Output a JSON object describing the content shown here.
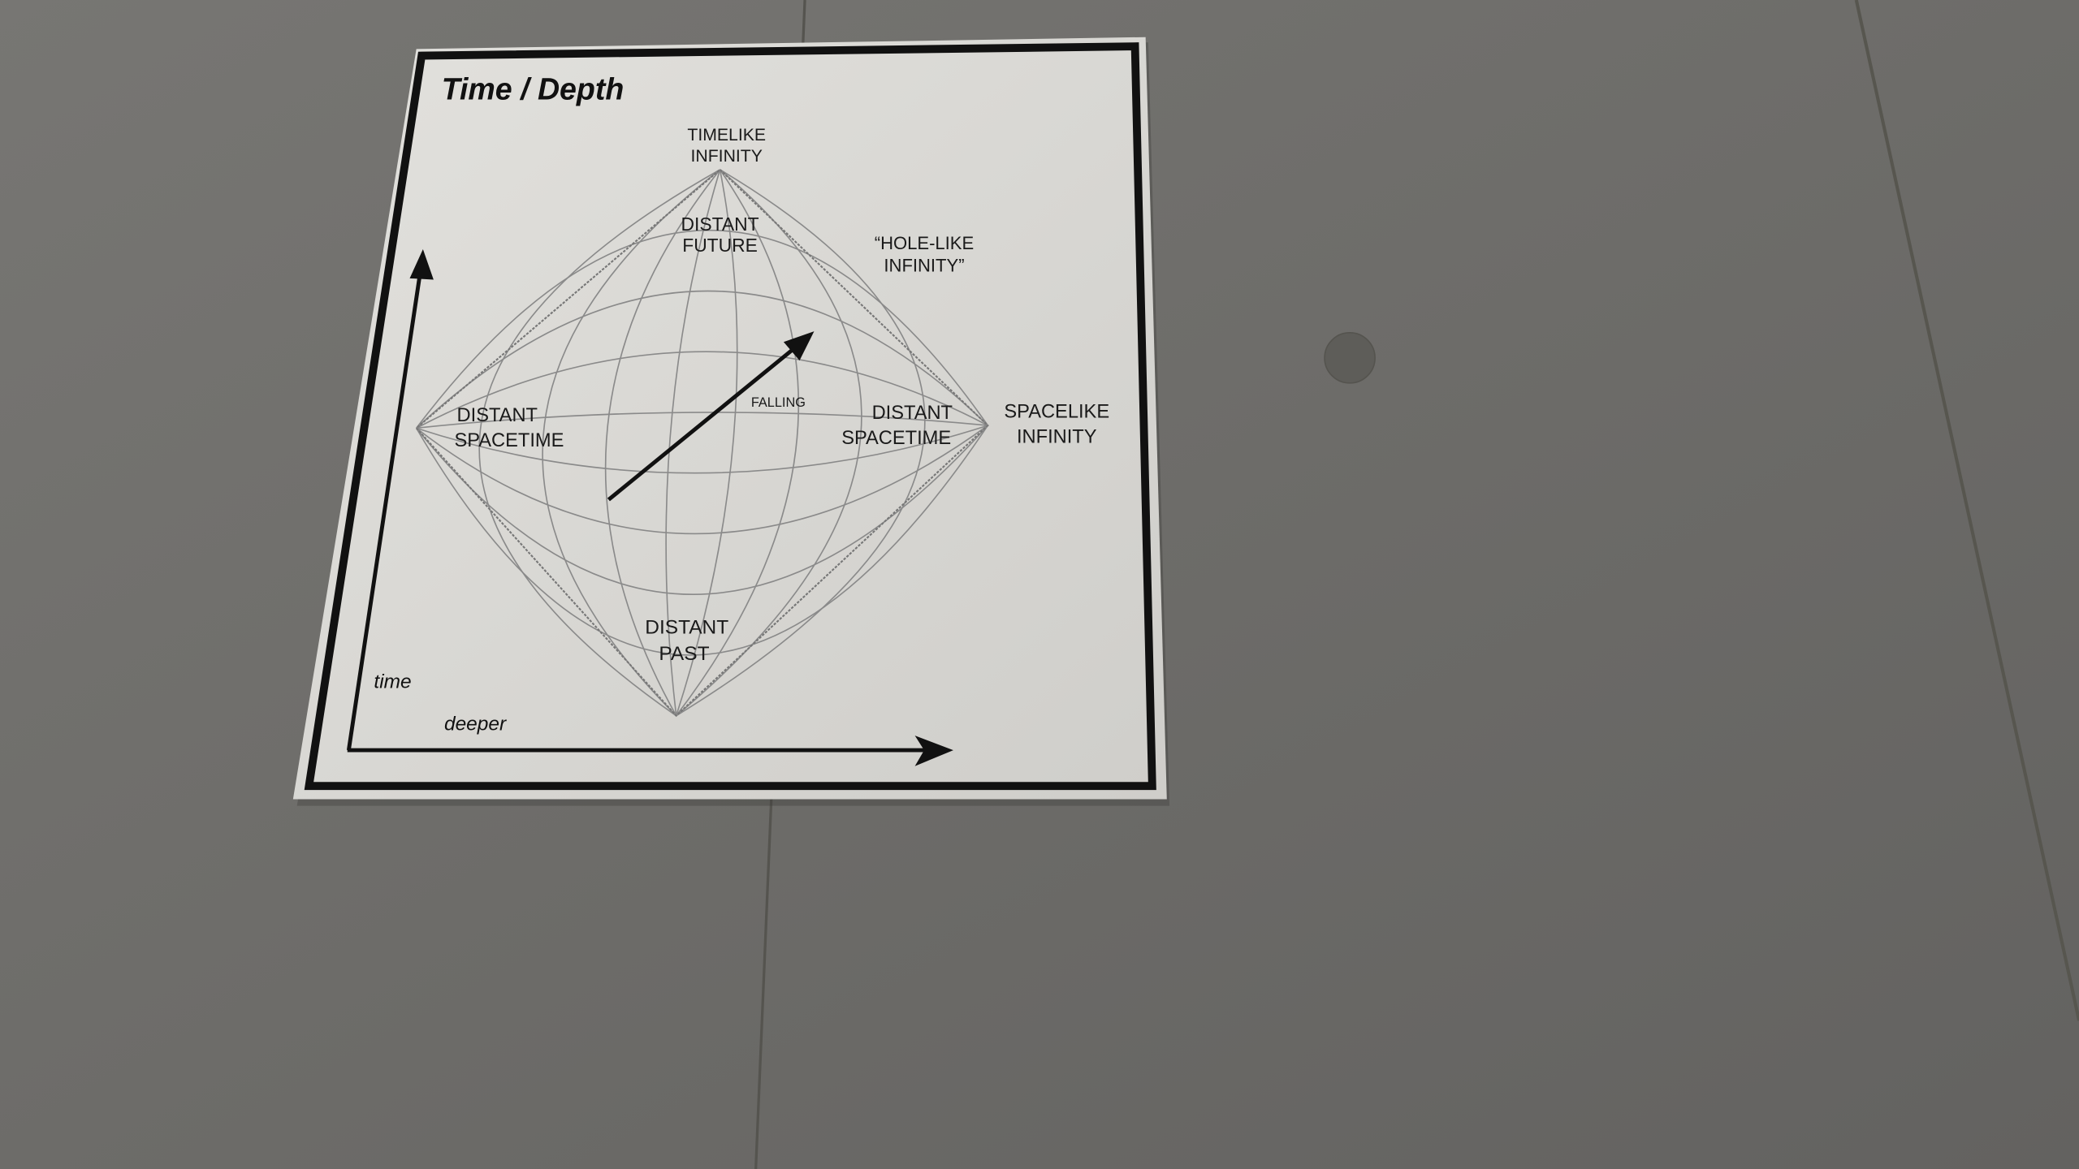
{
  "poster": {
    "title": "Time / Depth",
    "timelike": [
      "TIMELIKE",
      "INFINITY"
    ],
    "distant_future": [
      "DISTANT",
      "FUTURE"
    ],
    "hole_like": [
      "“HOLE-LIKE",
      "INFINITY”"
    ],
    "falling": "FALLING",
    "distant_spacetime_left": [
      "DISTANT",
      "SPACETIME"
    ],
    "distant_spacetime_right": [
      "DISTANT",
      "SPACETIME"
    ],
    "spacelike": [
      "SPACELIKE",
      "INFINITY"
    ],
    "distant_past": [
      "DISTANT",
      "PAST"
    ],
    "axis_time": "time",
    "axis_deeper": "deeper"
  },
  "colors": {
    "concrete": "#6e6d6a",
    "paper": "#dcdbd7",
    "ink": "#111111",
    "grid": "#8a8a8a"
  }
}
